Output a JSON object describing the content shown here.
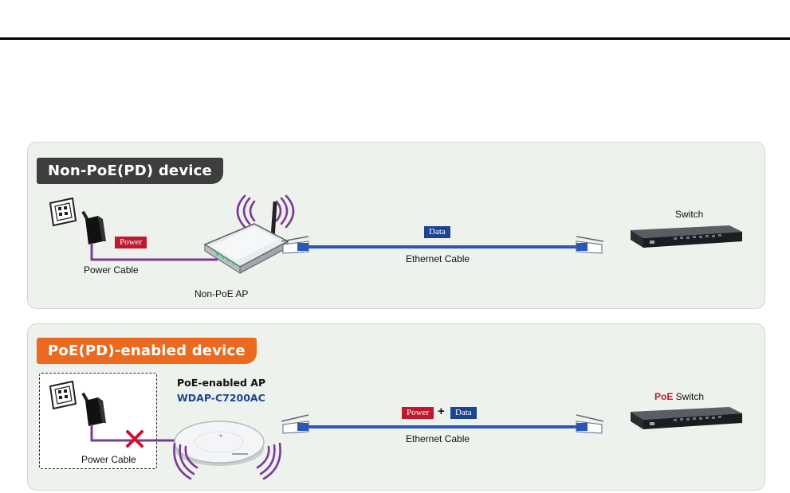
{
  "panel1": {
    "title": "Non-PoE(PD) device",
    "power_badge": "Power",
    "data_badge": "Data",
    "power_cable_label": "Power Cable",
    "ap_label": "Non-PoE AP",
    "ethernet_label": "Ethernet Cable",
    "switch_label": "Switch"
  },
  "panel2": {
    "title": "PoE(PD)-enabled device",
    "ap_title": "PoE-enabled AP",
    "ap_model": "WDAP-C7200AC",
    "power_badge": "Power",
    "plus": "+",
    "data_badge": "Data",
    "power_cable_label": "Power Cable",
    "ethernet_label": "Ethernet Cable",
    "switch_prefix": "PoE",
    "switch_suffix": " Switch"
  },
  "colors": {
    "tag_dark": "#3e3e3e",
    "tag_orange": "#ec6a1f",
    "cable_blue": "#2b57b8",
    "power_red": "#c0182c",
    "data_blue": "#1d4493",
    "wave_purple": "#7a3b96",
    "model_blue": "#1d4493"
  }
}
